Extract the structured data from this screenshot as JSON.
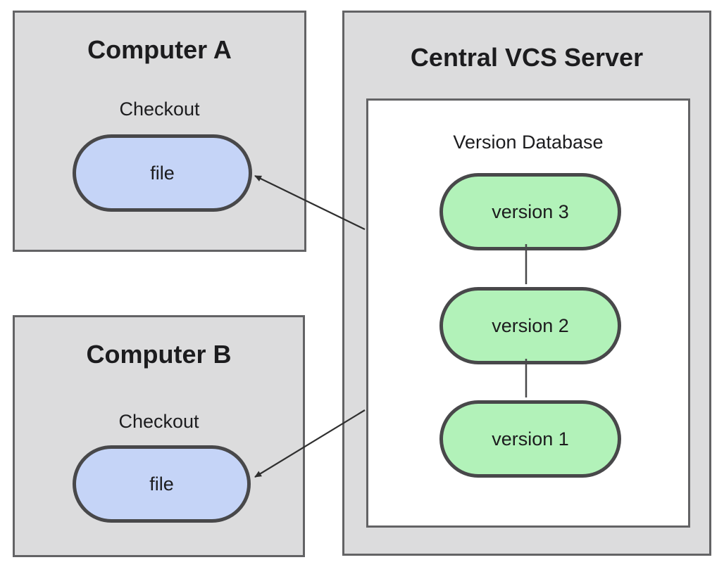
{
  "colors": {
    "canvas_bg": "#ffffff",
    "box_fill": "#dcdcdd",
    "box_border": "#636365",
    "pill_border": "#48484a",
    "file_fill": "#c5d4f7",
    "version_fill": "#b2f2b9",
    "text": "#1c1c1e",
    "arrow": "#2f2f2f"
  },
  "computer_a": {
    "title": "Computer A",
    "action_label": "Checkout",
    "file_label": "file"
  },
  "computer_b": {
    "title": "Computer B",
    "action_label": "Checkout",
    "file_label": "file"
  },
  "server": {
    "title": "Central VCS Server",
    "database": {
      "label": "Version Database",
      "versions": [
        "version 3",
        "version 2",
        "version 1"
      ]
    }
  }
}
